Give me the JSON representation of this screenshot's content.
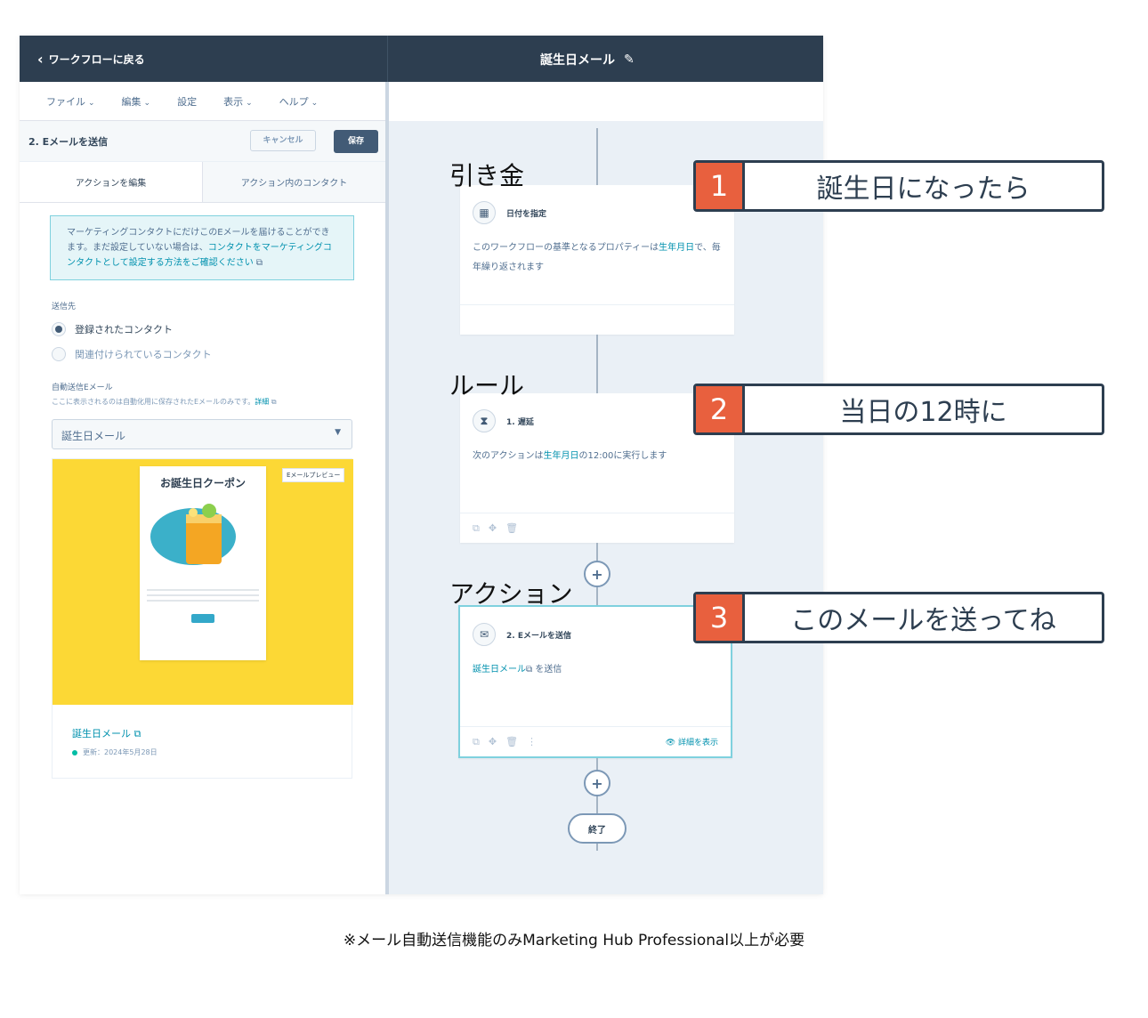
{
  "header": {
    "back_label": "ワークフローに戻る",
    "workflow_title": "誕生日メール"
  },
  "menu": {
    "items": [
      {
        "label": "ファイル",
        "dropdown": true
      },
      {
        "label": "編集",
        "dropdown": true
      },
      {
        "label": "設定",
        "dropdown": false
      },
      {
        "label": "表示",
        "dropdown": true
      },
      {
        "label": "ヘルプ",
        "dropdown": true
      }
    ]
  },
  "action_panel": {
    "title": "2. Eメールを送信",
    "cancel_label": "キャンセル",
    "save_label": "保存",
    "tabs": [
      "アクションを編集",
      "アクション内のコンタクト"
    ],
    "info_text": "マーケティングコンタクトにだけこのEメールを届けることができます。まだ設定していない場合は、",
    "info_link": "コンタクトをマーケティングコンタクトとして設定する方法をご確認ください",
    "recipient_label": "送信先",
    "radio_options": [
      "登録されたコンタクト",
      "関連付けられているコンタクト"
    ],
    "auto_email_label": "自動送信Eメール",
    "auto_email_note": "ここに表示されるのは自動化用に保存されたEメールのみです。",
    "auto_email_note_link": "詳細",
    "selected_email": "誕生日メール",
    "preview_tag": "Eメールプレビュー",
    "preview_mail_title": "お誕生日クーポン",
    "card_link": "誕生日メール",
    "card_status": "更新：2024年5月28日"
  },
  "canvas": {
    "trigger": {
      "heading": "日付を指定",
      "body_prefix": "このワークフローの基準となるプロパティーは",
      "body_link": "生年月日",
      "body_suffix": "で、毎年繰り返されます"
    },
    "rule": {
      "heading": "1. 遅延",
      "body_prefix": "次のアクションは",
      "body_link": "生年月日",
      "body_suffix": "の12:00に実行します"
    },
    "action": {
      "heading": "2. Eメールを送信",
      "body_link": "誕生日メール",
      "body_suffix": " を送信",
      "details_label": "詳細を表示"
    },
    "end_label": "終了"
  },
  "annotations": {
    "labels": [
      "引き金",
      "ルール",
      "アクション"
    ],
    "callouts": [
      {
        "num": "1",
        "text": "誕生日になったら"
      },
      {
        "num": "2",
        "text": "当日の12時に"
      },
      {
        "num": "3",
        "text": "このメールを送ってね"
      }
    ],
    "accent_color": "#e8603e"
  },
  "footnote": "※メール自動送信機能のみMarketing Hub Professional以上が必要"
}
